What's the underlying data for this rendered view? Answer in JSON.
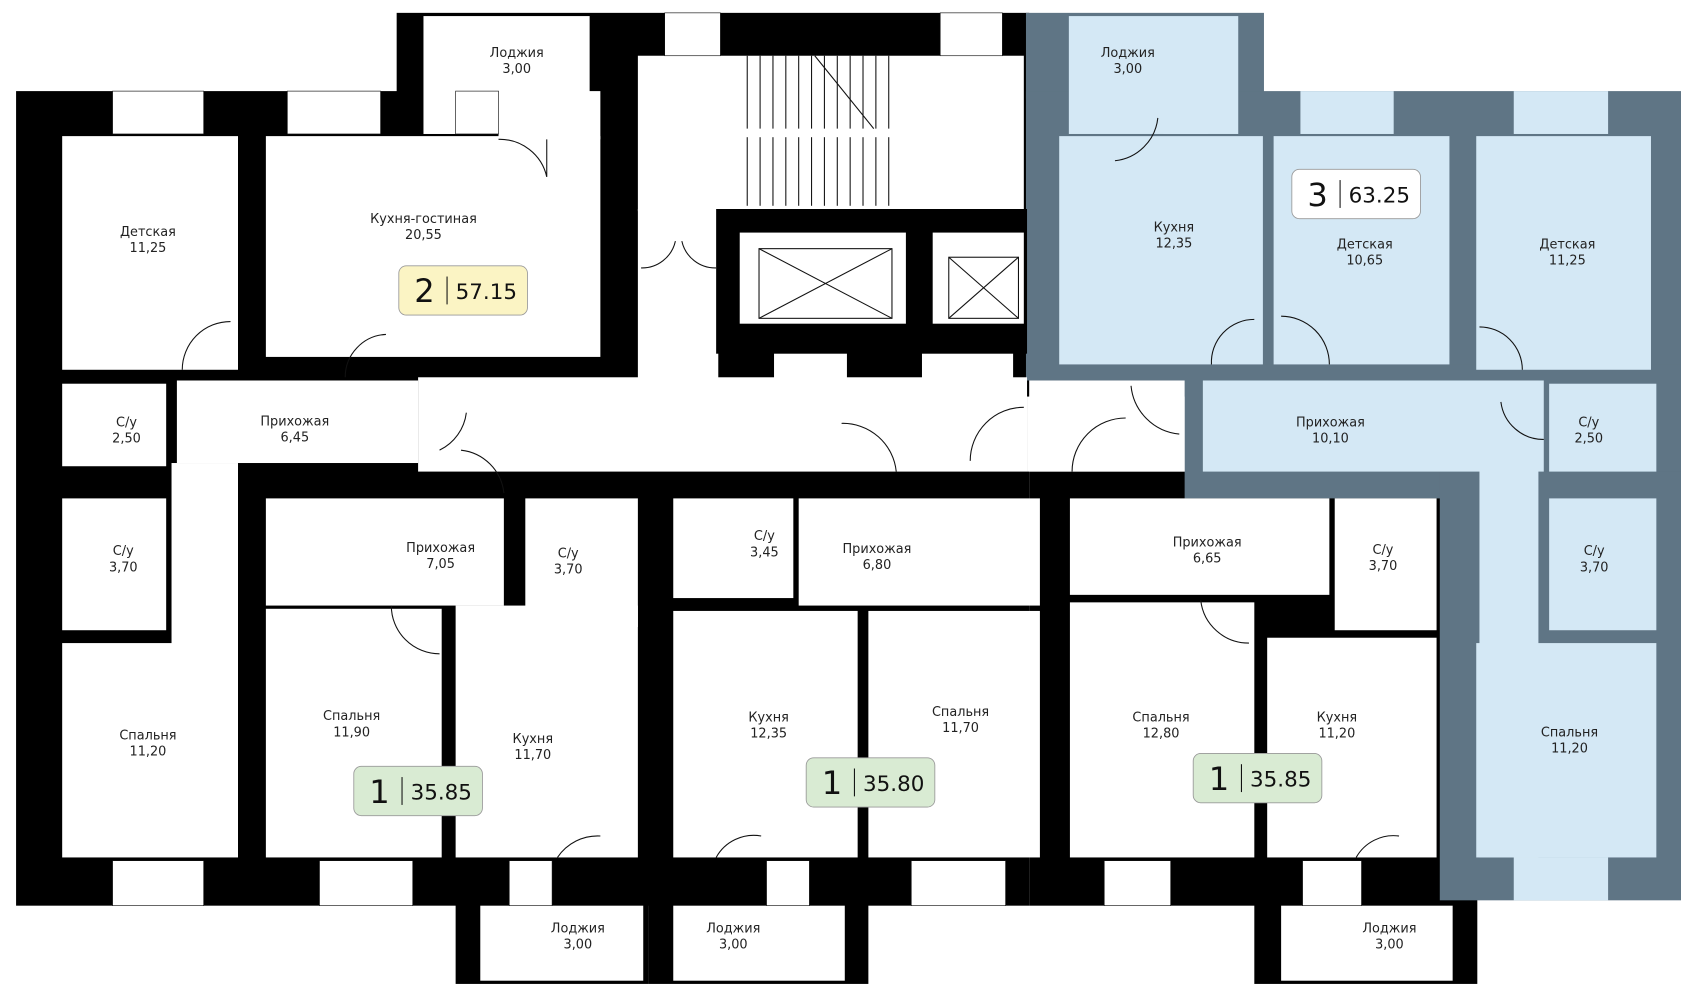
{
  "title": "Floor plan",
  "colors": {
    "wall": "#000000",
    "selected_wall": "#5f7585",
    "selected_room": "#d4e8f5",
    "badge_2": "#fbf4c4",
    "badge_1": "#d9ebd3",
    "badge_3": "#ffffff"
  },
  "rooms": [
    {
      "name": "Лоджия",
      "area": "3,00"
    },
    {
      "name": "Детская",
      "area": "11,25"
    },
    {
      "name": "Кухня-гостиная",
      "area": "20,55"
    },
    {
      "name": "С/у",
      "area": "2,50"
    },
    {
      "name": "Прихожая",
      "area": "6,45"
    },
    {
      "name": "С/у",
      "area": "3,70"
    },
    {
      "name": "Спальня",
      "area": "11,20"
    },
    {
      "name": "Прихожая",
      "area": "7,05"
    },
    {
      "name": "С/у",
      "area": "3,70"
    },
    {
      "name": "Спальня",
      "area": "11,90"
    },
    {
      "name": "Кухня",
      "area": "11,70"
    },
    {
      "name": "С/у",
      "area": "3,45"
    },
    {
      "name": "Прихожая",
      "area": "6,80"
    },
    {
      "name": "Кухня",
      "area": "12,35"
    },
    {
      "name": "Спальня",
      "area": "11,70"
    },
    {
      "name": "Прихожая",
      "area": "6,65"
    },
    {
      "name": "С/у",
      "area": "3,70"
    },
    {
      "name": "Спальня",
      "area": "12,80"
    },
    {
      "name": "Кухня",
      "area": "11,20"
    },
    {
      "name": "Лоджия",
      "area": "3,00"
    },
    {
      "name": "Лоджия",
      "area": "3,00"
    },
    {
      "name": "Лоджия",
      "area": "3,00"
    },
    {
      "name": "Лоджия",
      "area": "3,00"
    },
    {
      "name": "Кухня",
      "area": "12,35"
    },
    {
      "name": "Детская",
      "area": "10,65"
    },
    {
      "name": "Детская",
      "area": "11,25"
    },
    {
      "name": "Прихожая",
      "area": "10,10"
    },
    {
      "name": "С/у",
      "area": "2,50"
    },
    {
      "name": "С/у",
      "area": "3,70"
    },
    {
      "name": "Спальня",
      "area": "11,20"
    }
  ],
  "apartments": [
    {
      "rooms": "2",
      "area": "57.15"
    },
    {
      "rooms": "3",
      "area": "63.25"
    },
    {
      "rooms": "1",
      "area": "35.85"
    },
    {
      "rooms": "1",
      "area": "35.80"
    },
    {
      "rooms": "1",
      "area": "35.85"
    }
  ]
}
